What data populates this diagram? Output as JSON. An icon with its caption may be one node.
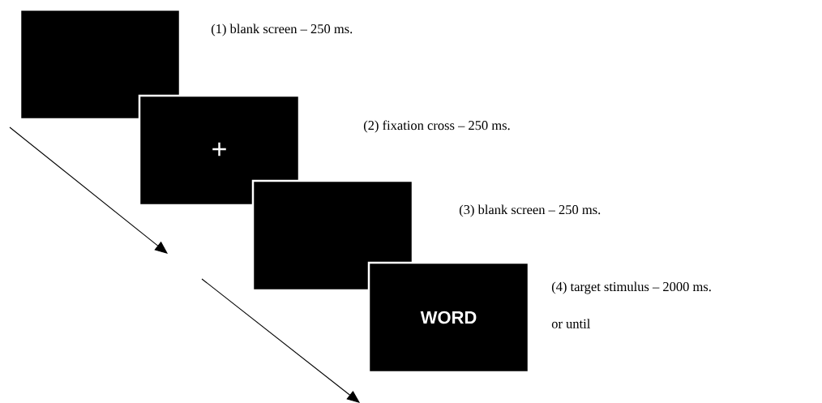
{
  "diagram": {
    "nodes": [
      {
        "text": [],
        "shape": "box"
      },
      {
        "text": [
          "+"
        ]
      },
      {
        "text": [],
        "shape": "box"
      },
      {
        "text": [
          "WORD"
        ]
      }
    ],
    "labels": [
      "(1) blank screen – 250 ms.",
      "(2) fixation cross – 250 ms.",
      "(3) blank screen – 250 ms.",
      "(4) target stimulus – 2000 ms.",
      "or until"
    ]
  }
}
